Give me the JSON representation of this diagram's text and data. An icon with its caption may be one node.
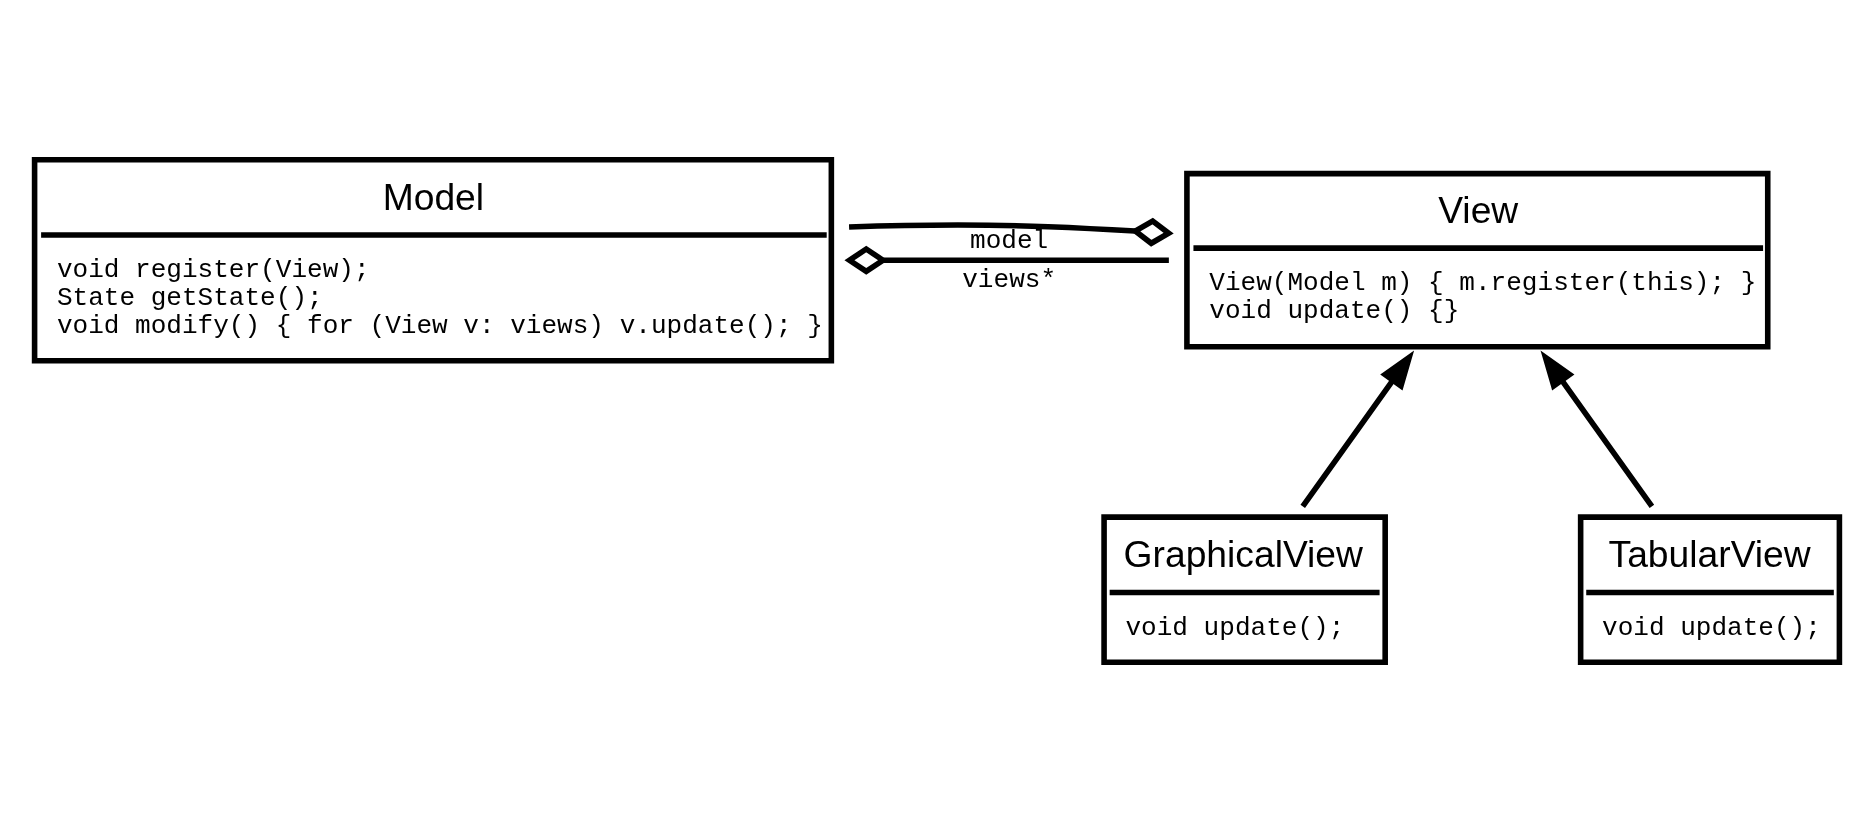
{
  "diagram": {
    "nodes": [
      {
        "text": [
          "Model",
          "void register(View);",
          "State getState();",
          "void modify() { for (View v: views) v.update(); }"
        ]
      },
      {
        "text": [
          "View",
          "View(Model m) { m.register(this); }",
          "void update() {}"
        ]
      },
      {
        "text": [
          "GraphicalView",
          "void update();"
        ]
      },
      {
        "text": [
          "TabularView",
          "void update();"
        ]
      }
    ],
    "edges": [
      {
        "from": 0,
        "to": 1,
        "arrow": "other",
        "label": "views*"
      },
      {
        "from": 1,
        "to": 0,
        "arrow": "other",
        "label": "model"
      },
      {
        "from": 2,
        "to": 1,
        "arrow": "to"
      },
      {
        "from": 3,
        "to": 1,
        "arrow": "to"
      }
    ]
  }
}
